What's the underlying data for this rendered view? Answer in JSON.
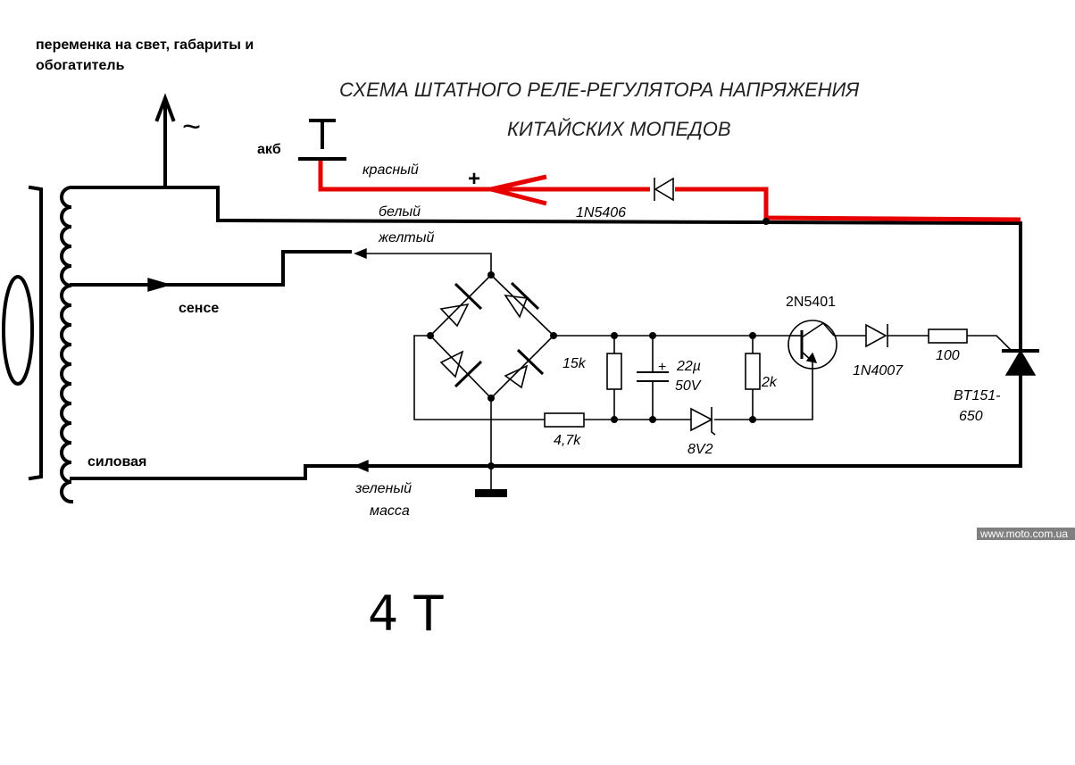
{
  "title": {
    "line1": "СХЕМА ШТАТНОГО РЕЛЕ-РЕГУЛЯТОРА НАПРЯЖЕНИЯ",
    "line2": "КИТАЙСКИХ МОПЕДОВ"
  },
  "notes": {
    "ac_output_line1": "переменка на свет, габариты и",
    "ac_output_line2": "обогатитель",
    "ac_symbol": "~",
    "battery": "акб",
    "plus_sign": "+",
    "handwritten": "4 T"
  },
  "coil_taps": {
    "sense": "сенсе",
    "power": "силовая"
  },
  "wires": {
    "red": "красный",
    "white": "белый",
    "yellow": "желтый",
    "green": "зеленый",
    "ground": "масса"
  },
  "components": {
    "diode_charge": "1N5406",
    "transistor": "2N5401",
    "diode_gate": "1N4007",
    "resistor_gate": "100",
    "thyristor_line1": "BT151-",
    "thyristor_line2": "650",
    "resistor_15k": "15k",
    "capacitor_line1": "22µ",
    "capacitor_line2": "50V",
    "capacitor_polarity": "+",
    "resistor_2k": "2k",
    "resistor_4k7": "4,7k",
    "zener": "8V2"
  },
  "watermark": "www.moto.com.ua",
  "colors": {
    "wire": "#000000",
    "battery_line": "#e60000",
    "watermark_bg": "#808080"
  }
}
